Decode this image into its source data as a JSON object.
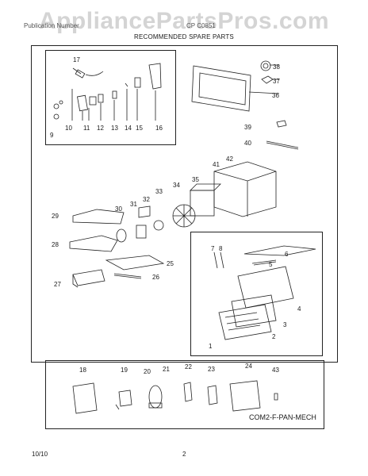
{
  "watermark": "AppliancePartsPros.com",
  "header": {
    "left_text": "Publication Number",
    "model_text": "CP C0851",
    "subtitle": "RECOMMENDED SPARE PARTS"
  },
  "callouts": [
    "17",
    "9",
    "10",
    "11",
    "12",
    "13",
    "14",
    "15",
    "16",
    "38",
    "37",
    "36",
    "39",
    "40",
    "41",
    "42",
    "35",
    "34",
    "33",
    "32",
    "31",
    "30",
    "29",
    "28",
    "27",
    "26",
    "25",
    "7",
    "8",
    "6",
    "5",
    "4",
    "3",
    "2",
    "1",
    "18",
    "19",
    "20",
    "21",
    "22",
    "23",
    "24",
    "43"
  ],
  "diagram_code": "COM2-F-PAN-MECH",
  "footer": {
    "date": "10/10",
    "page": "2"
  },
  "colors": {
    "line": "#222222",
    "watermark": "#d4d4d4"
  }
}
